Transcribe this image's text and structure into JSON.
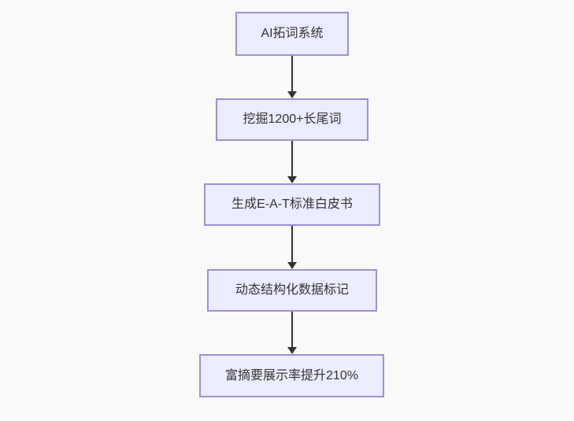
{
  "background": "#f9f9f9",
  "flowchart": {
    "type": "flowchart",
    "direction": "top-down",
    "node_fill": "#ECECFF",
    "node_border": "#9f8fd4",
    "arrow_color": "#333333",
    "text_color": "#333333",
    "nodes": [
      {
        "id": "A",
        "label": "AI拓词系统"
      },
      {
        "id": "B",
        "label": "挖掘1200+长尾词"
      },
      {
        "id": "C",
        "label": "生成E-A-T标准白皮书"
      },
      {
        "id": "D",
        "label": "动态结构化数据标记"
      },
      {
        "id": "E",
        "label": "富摘要展示率提升210%"
      }
    ],
    "edges": [
      {
        "from": "A",
        "to": "B"
      },
      {
        "from": "B",
        "to": "C"
      },
      {
        "from": "C",
        "to": "D"
      },
      {
        "from": "D",
        "to": "E"
      }
    ]
  }
}
